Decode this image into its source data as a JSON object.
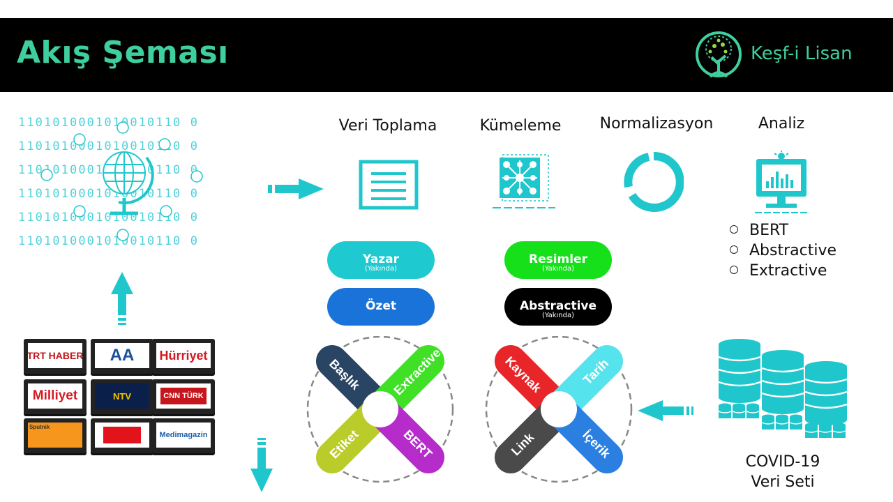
{
  "header": {
    "title": "Akış Şeması",
    "brand": "Keşf-i Lisan"
  },
  "binary_lines": [
    "1101010001010010110 0",
    "1101010001010010110 0",
    "1101010001010010110 0",
    "1101010001010010110 0",
    "1101010001010010110 0",
    "1101010001010010110 0"
  ],
  "stages": [
    {
      "label": "Veri Toplama",
      "icon": "document-lines-icon"
    },
    {
      "label": "Kümeleme",
      "icon": "cluster-grid-icon"
    },
    {
      "label": "Normalizasyon",
      "icon": "ring-icon"
    },
    {
      "label": "Analiz",
      "icon": "monitor-chart-icon"
    }
  ],
  "analysis_methods": [
    "BERT",
    "Abstractive",
    "Extractive"
  ],
  "pills": [
    {
      "label": "Yazar",
      "sub": "(Yakında)",
      "color": "#1ec9cf"
    },
    {
      "label": "Özet",
      "sub": "",
      "color": "#1a73d9"
    },
    {
      "label": "Resimler",
      "sub": "(Yakında)",
      "color": "#16e01a"
    },
    {
      "label": "Abstractive",
      "sub": "(Yakında)",
      "color": "#000000"
    }
  ],
  "cross_left": {
    "top_left": {
      "label": "Başlık",
      "color": "#2a4463"
    },
    "top_right": {
      "label": "Extractive",
      "color": "#3fe026"
    },
    "bottom_left": {
      "label": "Etiket",
      "color": "#b9cc2a"
    },
    "bottom_right": {
      "label": "BERT",
      "color": "#b52ccb"
    }
  },
  "cross_right": {
    "top_left": {
      "label": "Kaynak",
      "color": "#e8262a"
    },
    "top_right": {
      "label": "Tarih",
      "color": "#55e3ee"
    },
    "bottom_left": {
      "label": "Link",
      "color": "#4a4a4a"
    },
    "bottom_right": {
      "label": "İçerik",
      "color": "#2a7fe0"
    }
  },
  "dataset": {
    "line1": "COVID-19",
    "line2": "Veri Seti"
  },
  "news_sources": [
    {
      "label": "TRT HABER",
      "color": "#c0161b"
    },
    {
      "label": "AA",
      "color": "#1b4f9a"
    },
    {
      "label": "Hürriyet",
      "color": "#d51920"
    },
    {
      "label": "Milliyet",
      "color": "#d21d25"
    },
    {
      "label": "NTV",
      "color": "#f7c400"
    },
    {
      "label": "CNN TÜRK",
      "color": "#c4161c"
    },
    {
      "label": "Sputnik",
      "color": "#333333"
    },
    {
      "label": "",
      "color": "#e3131b"
    },
    {
      "label": "Medimagazin",
      "color": "#1b5fa8"
    }
  ],
  "colors": {
    "accent": "#1fc7cc",
    "title_green": "#3fcf9f"
  }
}
